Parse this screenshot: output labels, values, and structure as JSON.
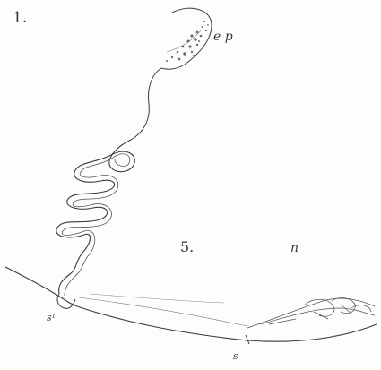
{
  "figure": {
    "number_main": "1.",
    "number_secondary": "5."
  },
  "labels": {
    "ep": "e p",
    "n": "n",
    "s1": "s¹",
    "s": "s"
  },
  "colors": {
    "ink": "#3a3a3a",
    "stipple": "#6b6b6b",
    "paper": "#fdfdfb"
  }
}
